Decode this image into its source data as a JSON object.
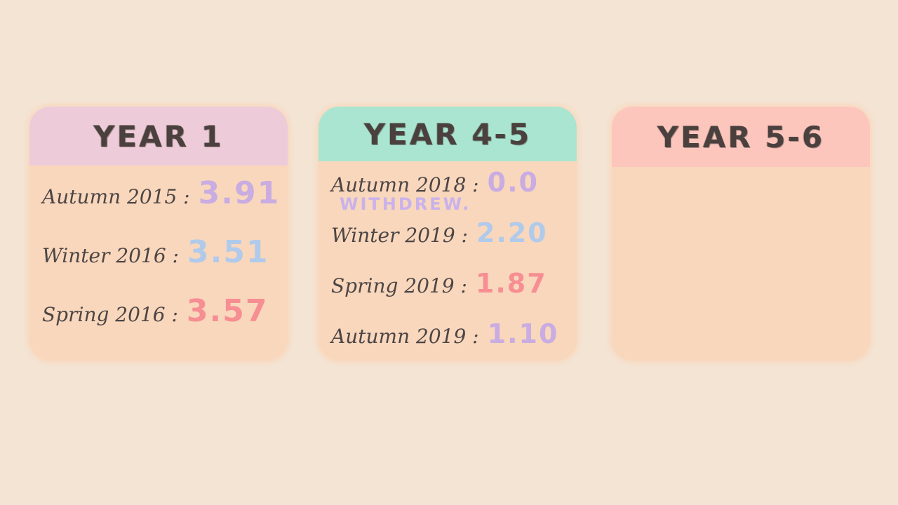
{
  "cards": [
    {
      "title": "YEAR 1",
      "header_color": "#eecbd8",
      "rows": [
        {
          "term": "Autumn 2015 :",
          "gpa": "3.91",
          "gpa_color": "#c4a8e6"
        },
        {
          "term": "Winter 2016 :",
          "gpa": "3.51",
          "gpa_color": "#a9c9f2"
        },
        {
          "term": "Spring 2016 :",
          "gpa": "3.57",
          "gpa_color": "#f6878f"
        }
      ]
    },
    {
      "title": "YEAR 4-5",
      "header_color": "#a9e5d1",
      "rows": [
        {
          "term": "Autumn 2018 :",
          "gpa": "0.0",
          "gpa_color": "#c4a8e6",
          "note": "WITHDREW."
        },
        {
          "term": "Winter 2019 :",
          "gpa": "2.20",
          "gpa_color": "#a9c9f2"
        },
        {
          "term": "Spring 2019 :",
          "gpa": "1.87",
          "gpa_color": "#f6878f"
        },
        {
          "term": "Autumn 2019 :",
          "gpa": "1.10",
          "gpa_color": "#c4a8e6"
        }
      ]
    },
    {
      "title": "YEAR 5-6",
      "header_color": "#fcc6bd",
      "rows": []
    }
  ]
}
